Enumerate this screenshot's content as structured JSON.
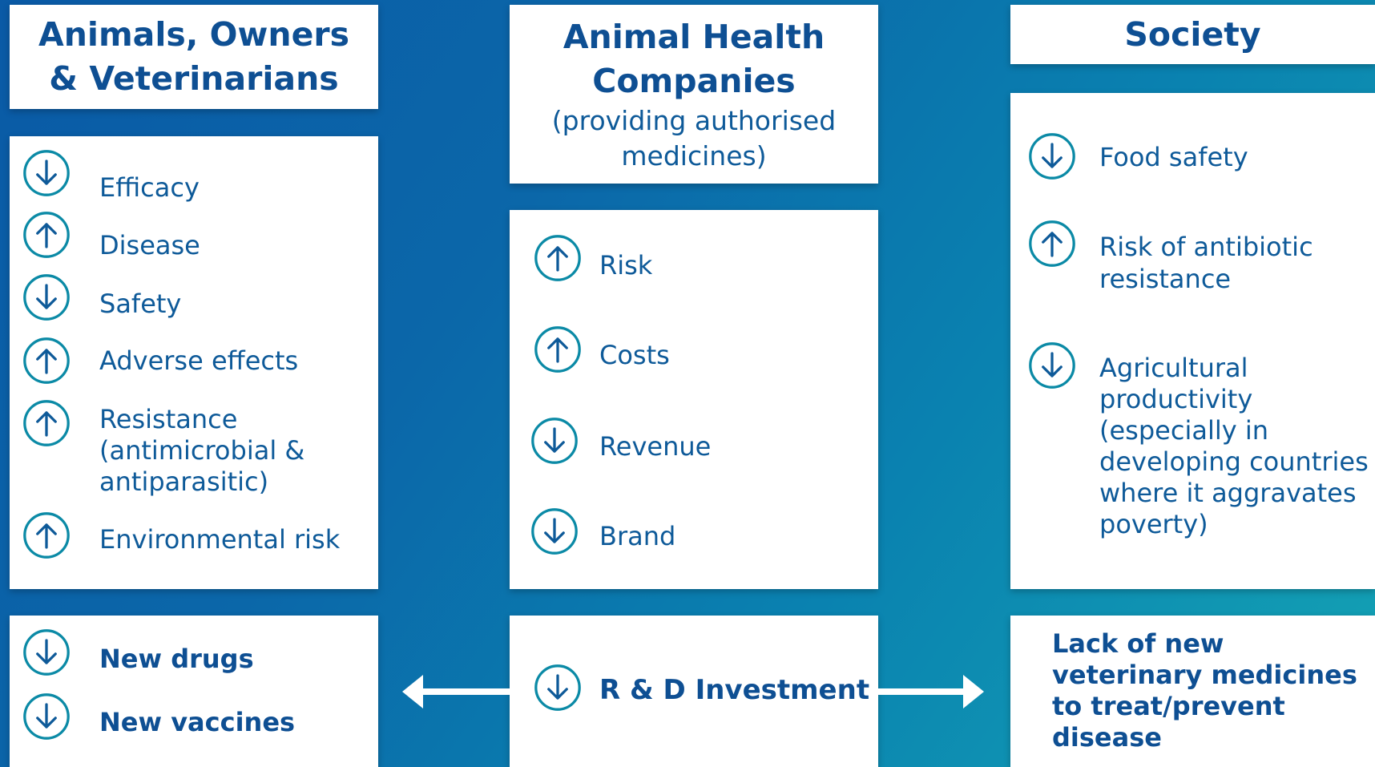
{
  "colors": {
    "accent": "#0e5a99",
    "heading": "#0e4f93",
    "icon": "#0b8aa6"
  },
  "columns": {
    "owners": {
      "title_line1": "Animals, Owners",
      "title_line2": "& Veterinarians",
      "effects": [
        {
          "label": "Efficacy",
          "direction": "down"
        },
        {
          "label": "Disease",
          "direction": "up"
        },
        {
          "label": "Safety",
          "direction": "down"
        },
        {
          "label": "Adverse effects",
          "direction": "up"
        },
        {
          "label": "Resistance",
          "label2": "(antimicrobial &",
          "label3": "antiparasitic)",
          "direction": "up"
        },
        {
          "label": "Environmental risk",
          "direction": "up"
        }
      ],
      "outcomes": [
        {
          "label": "New drugs",
          "direction": "down"
        },
        {
          "label": "New vaccines",
          "direction": "down"
        }
      ]
    },
    "companies": {
      "title_line1": "Animal Health",
      "title_line2": "Companies",
      "sub_line1": "(providing authorised",
      "sub_line2": "medicines)",
      "effects": [
        {
          "label": "Risk",
          "direction": "up"
        },
        {
          "label": "Costs",
          "direction": "up"
        },
        {
          "label": "Revenue",
          "direction": "down"
        },
        {
          "label": "Brand",
          "direction": "down"
        }
      ],
      "outcome": {
        "label": "R & D Investment",
        "direction": "down"
      }
    },
    "society": {
      "title": "Society",
      "effects": [
        {
          "label": "Food safety",
          "direction": "down"
        },
        {
          "label": "Risk of antibiotic",
          "label2": "resistance",
          "direction": "up"
        },
        {
          "label": "Agricultural",
          "label2": "productivity",
          "label3": "(especially in",
          "label4": "developing countries",
          "label5": "where it aggravates",
          "label6": "poverty)",
          "direction": "down"
        }
      ],
      "outcome_line1": "Lack of new",
      "outcome_line2": "veterinary medicines",
      "outcome_line3": "to treat/prevent",
      "outcome_line4": "disease"
    }
  }
}
